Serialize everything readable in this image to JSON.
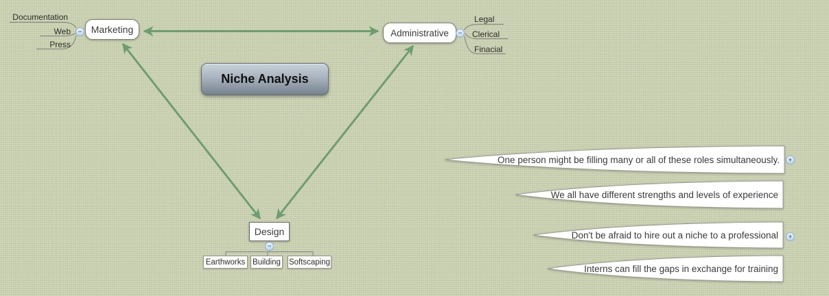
{
  "title": {
    "label": "Niche Analysis"
  },
  "topics": {
    "marketing": {
      "label": "Marketing"
    },
    "administrative": {
      "label": "Administrative"
    },
    "design": {
      "label": "Design"
    }
  },
  "subtopics": {
    "marketing": [
      "Documentation",
      "Web",
      "Press"
    ],
    "administrative": [
      "Legal",
      "Clerical",
      "Finacial"
    ],
    "design": [
      "Earthworks",
      "Building",
      "Softscaping"
    ]
  },
  "callouts": [
    {
      "text": "One person might be filling many or all of these roles simultaneously.",
      "has_expand_button": true
    },
    {
      "text": "We all have different strengths and levels of experience",
      "has_expand_button": false
    },
    {
      "text": "Don't be afraid to hire out a niche to a professional",
      "has_expand_button": true
    },
    {
      "text": "Interns can fill the gaps in exchange for training",
      "has_expand_button": false
    }
  ],
  "toggles": {
    "collapse_glyph": "−",
    "expand_glyph": "+"
  },
  "colors": {
    "background_base": "#ccd3b2",
    "arrow_green": "#6d9e70",
    "connector_gray": "#8b8b85",
    "title_gradient_top": "#c9d2d9",
    "title_gradient_bottom": "#76838f"
  }
}
